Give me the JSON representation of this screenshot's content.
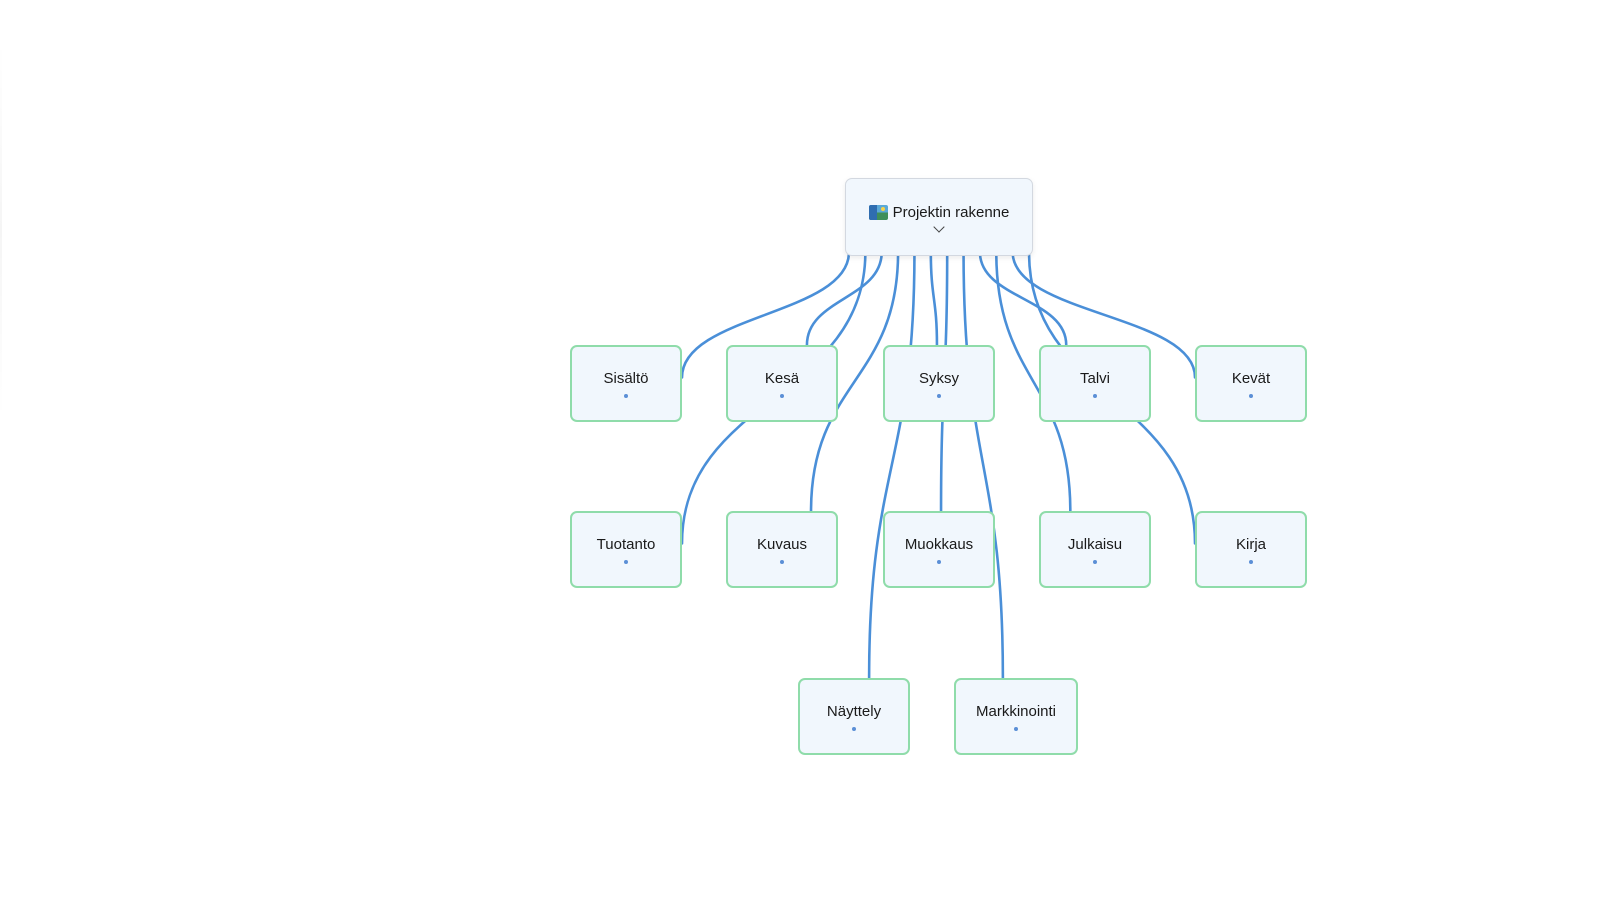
{
  "mindmap": {
    "root": {
      "id": "root",
      "label": "Projektin rakenne",
      "icon": "map-picture-icon",
      "collapse_icon": "chevron-down-icon"
    },
    "nodes": [
      {
        "id": "sisalto",
        "label": "Sisältö"
      },
      {
        "id": "kesa",
        "label": "Kesä"
      },
      {
        "id": "syksy",
        "label": "Syksy"
      },
      {
        "id": "talvi",
        "label": "Talvi"
      },
      {
        "id": "kevat",
        "label": "Kevät"
      },
      {
        "id": "tuotanto",
        "label": "Tuotanto"
      },
      {
        "id": "kuvaus",
        "label": "Kuvaus"
      },
      {
        "id": "muokkaus",
        "label": "Muokkaus"
      },
      {
        "id": "julkaisu",
        "label": "Julkaisu"
      },
      {
        "id": "kirja",
        "label": "Kirja"
      },
      {
        "id": "nayttely",
        "label": "Näyttely"
      },
      {
        "id": "markkinointi",
        "label": "Markkinointi"
      }
    ],
    "edges": [
      [
        "root",
        "sisalto"
      ],
      [
        "root",
        "kesa"
      ],
      [
        "root",
        "syksy"
      ],
      [
        "root",
        "talvi"
      ],
      [
        "root",
        "kevat"
      ],
      [
        "root",
        "tuotanto"
      ],
      [
        "root",
        "kuvaus"
      ],
      [
        "root",
        "muokkaus"
      ],
      [
        "root",
        "julkaisu"
      ],
      [
        "root",
        "kirja"
      ],
      [
        "root",
        "nayttely"
      ],
      [
        "root",
        "markkinointi"
      ]
    ]
  },
  "colors": {
    "edge": "#4a8fd8",
    "node_border": "#8fdcaa",
    "node_fill": "#f1f7fd",
    "root_border": "#d3d8e0",
    "handle_dot": "#5b8fd6"
  }
}
